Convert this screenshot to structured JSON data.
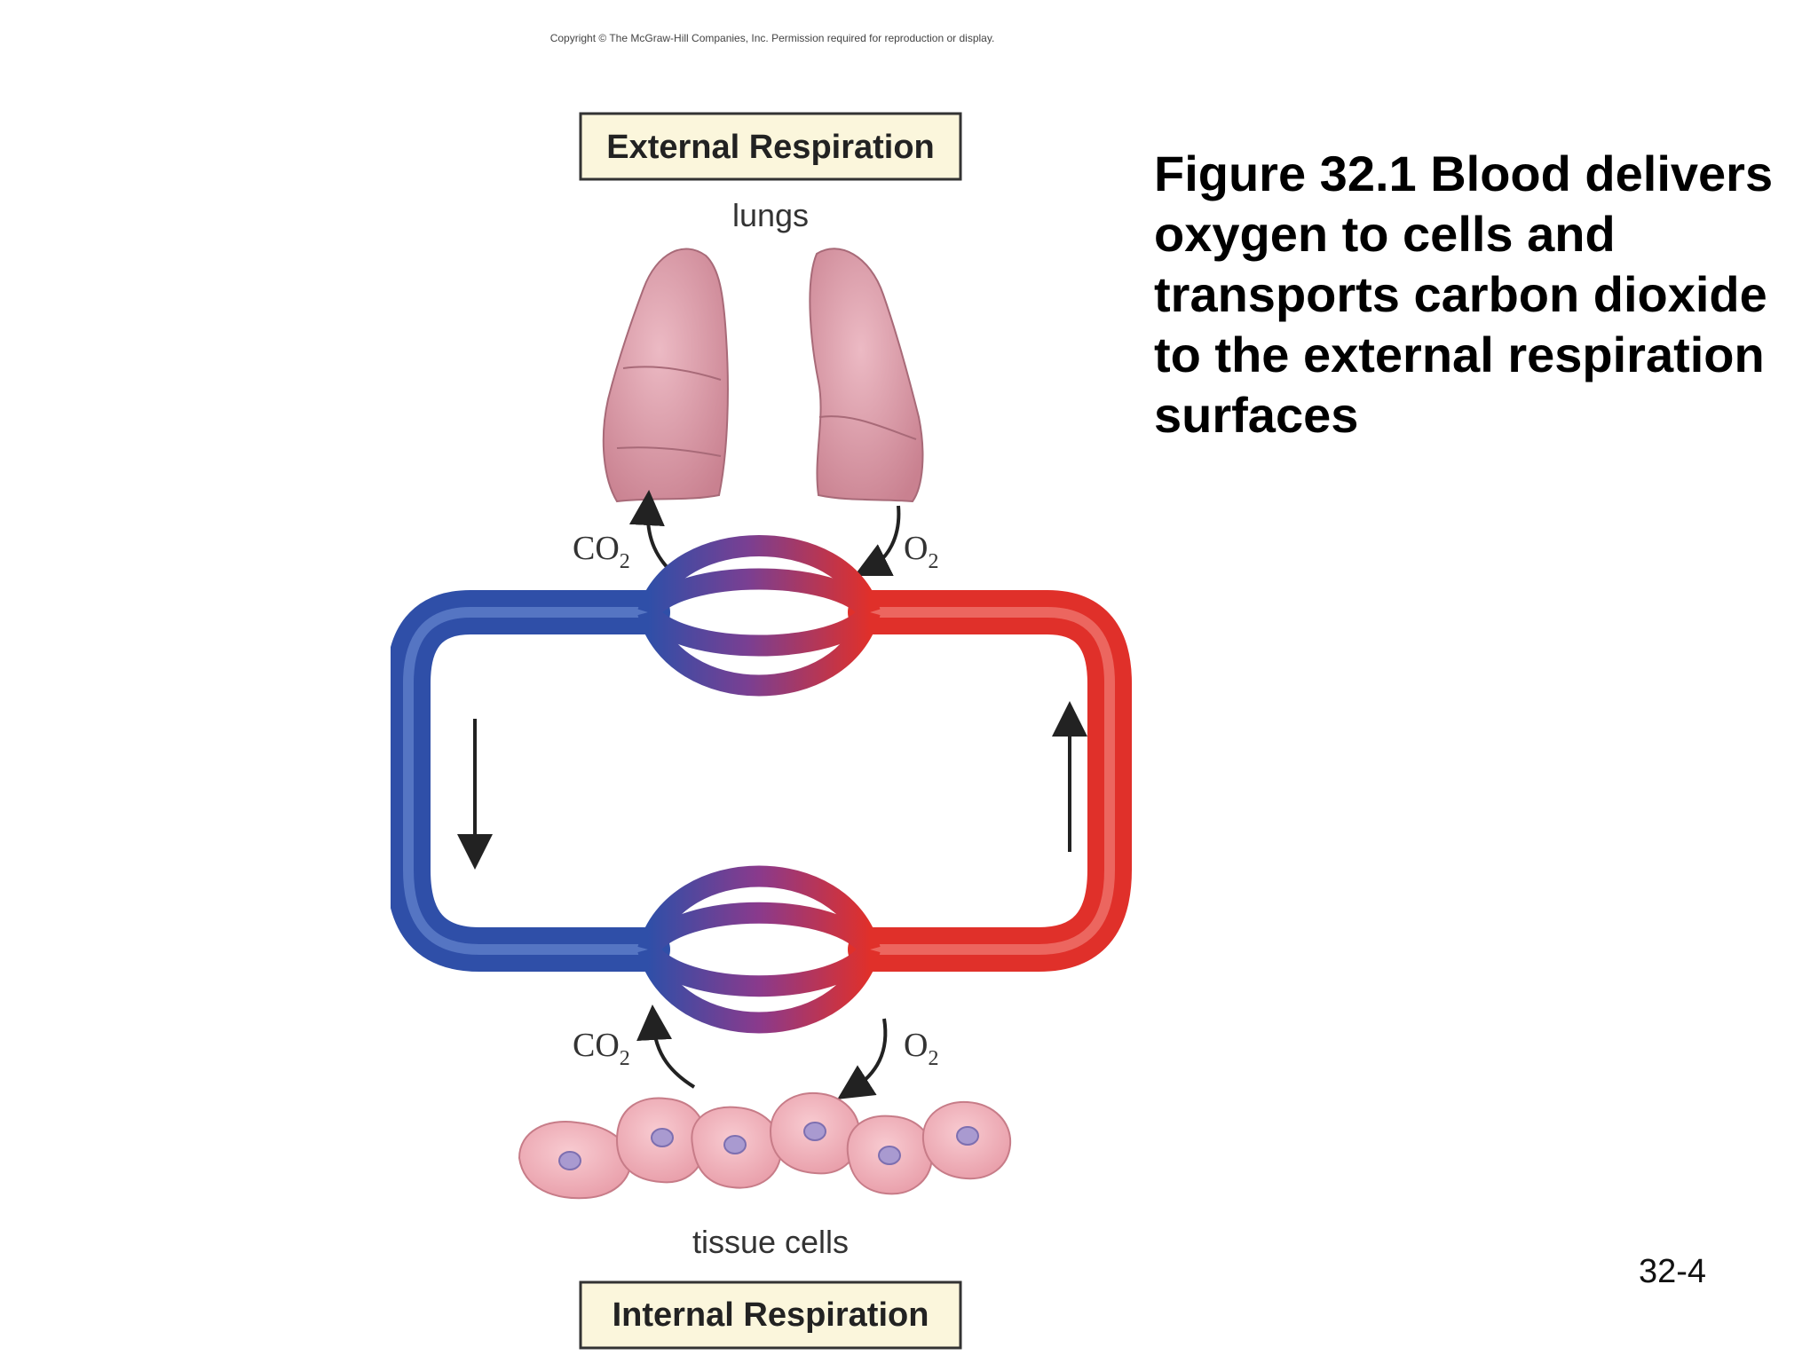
{
  "copyright": "Copyright © The McGraw-Hill Companies, Inc. Permission required for reproduction or display.",
  "diagram": {
    "top_box_label": "External Respiration",
    "lungs_label": "lungs",
    "co2_label": "CO",
    "co2_subscript": "2",
    "o2_label": "O",
    "o2_subscript": "2",
    "tissue_label": "tissue cells",
    "bottom_box_label": "Internal Respiration",
    "colors": {
      "deoxygenated": "#2f4fa8",
      "oxygenated": "#e0302a",
      "mixed": "#8a3a8c",
      "lung": "#d9909f",
      "tissue": "#f2b3bb",
      "box_fill": "#fbf6dc"
    }
  },
  "caption": "Figure 32.1 Blood delivers oxygen to cells and transports carbon dioxide to the external respiration surfaces",
  "slide_number": "32-4"
}
